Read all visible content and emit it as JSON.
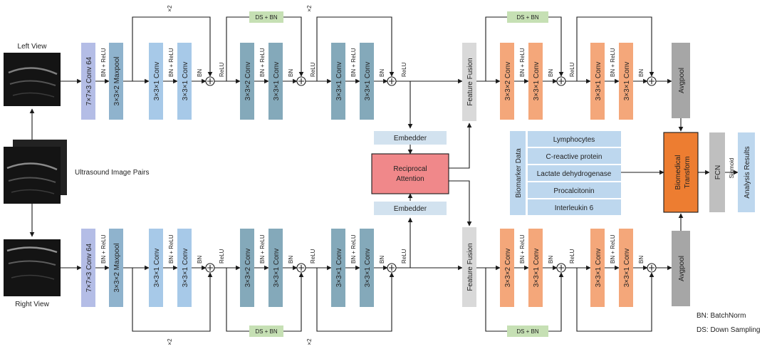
{
  "views": {
    "left": "Left View",
    "right": "Right View",
    "pairs": "Ultrasound Image Pairs"
  },
  "blocks": {
    "conv7": "7×7×3 Conv 64",
    "maxpool": "3×3×2 Maxpool",
    "conv311": "3×3×1 Conv",
    "conv332": "3×3×2 Conv",
    "feature_fusion": "Feature Fusion",
    "avgpool": "Avgpool",
    "embedder": "Embedder",
    "reciprocal_attention": "Reciprocal Attention",
    "biomedical_transform": "Biomedical Transform",
    "fcn": "FCN",
    "analysis_results": "Analysis Results"
  },
  "ops": {
    "bn_relu": "BN + ReLU",
    "bn": "BN",
    "relu": "ReLU",
    "ds_bn": "DS + BN",
    "sigmoid": "Sigmoid",
    "x2": "×2"
  },
  "biomarker": {
    "title": "Biomarker Data",
    "items": [
      "Lymphocytes",
      "C-reactive protein",
      "Lactate dehydrogenase",
      "Procalcitonin",
      "Interleukin 6"
    ]
  },
  "legend": {
    "bn": "BN: BatchNorm",
    "ds": "DS: Down Sampling"
  },
  "colors": {
    "purple_block": "#b4bde6",
    "steel_block": "#8fb3cd",
    "light_blue_block": "#a7c9e8",
    "teal_block": "#84a9ba",
    "orange_block": "#f4a77a",
    "gray_block": "#a6a6a6",
    "fusion_block": "#d9d9d9",
    "embedder_block": "#d2e2ef",
    "attention_block": "#f0888a",
    "transform_block": "#ed7d31",
    "ds_bn_block": "#c6e0b4",
    "biomarker_block": "#bdd7ee",
    "fcn_block": "#bfbfbf"
  }
}
